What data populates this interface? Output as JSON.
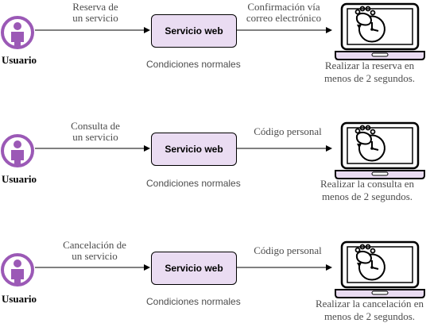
{
  "colors": {
    "accent": "#9b59b6",
    "box_fill": "#eadcf2",
    "text": "#4d4d4d"
  },
  "rows": [
    {
      "user_label": "Usuario",
      "input_label": [
        "Reserva de",
        "un servicio"
      ],
      "service_label": "Servicio web",
      "condition_label": "Condiciones normales",
      "output_label": [
        "Confirmación vía",
        "correo electrónico"
      ],
      "result_label": [
        "Realizar la reserva en",
        "menos de 2 segundos."
      ],
      "icons": [
        "user-icon",
        "laptop-icon",
        "pet-paw-icon",
        "clock-icon"
      ]
    },
    {
      "user_label": "Usuario",
      "input_label": [
        "Consulta de",
        "un servicio"
      ],
      "service_label": "Servicio web",
      "condition_label": "Condiciones normales",
      "output_label": [
        "Código personal"
      ],
      "result_label": [
        "Realizar la consulta en",
        "menos de 2 segundos."
      ],
      "icons": [
        "user-icon",
        "laptop-icon",
        "pet-paw-icon",
        "clock-icon"
      ]
    },
    {
      "user_label": "Usuario",
      "input_label": [
        "Cancelación de",
        "un servicio"
      ],
      "service_label": "Servicio web",
      "condition_label": "Condiciones normales",
      "output_label": [
        "Código personal"
      ],
      "result_label": [
        "Realizar la cancelación en",
        "menos de 2 segundos."
      ],
      "icons": [
        "user-icon",
        "laptop-icon",
        "pet-paw-icon",
        "clock-icon"
      ]
    }
  ]
}
